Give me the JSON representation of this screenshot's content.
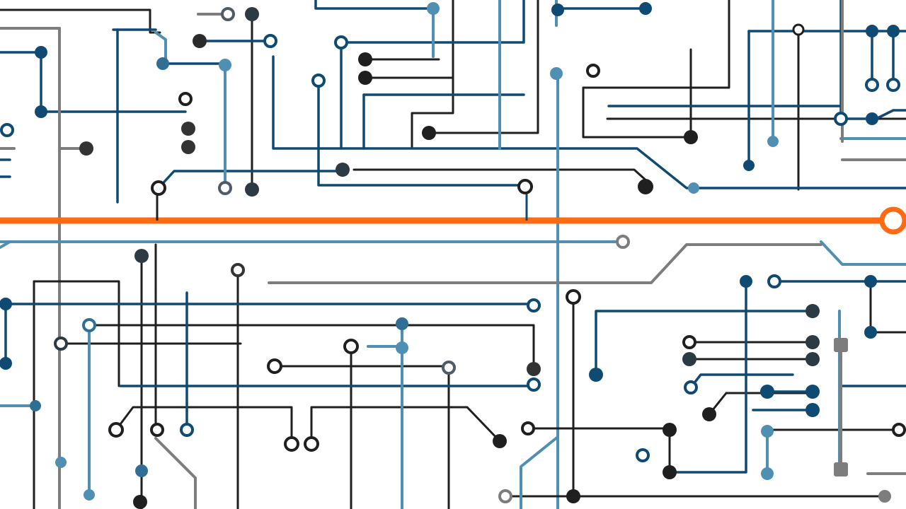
{
  "image": {
    "subject": "circuit-board-trace-pattern",
    "palette": {
      "background": "#ffffff",
      "trace_dark": "#1f1f1f",
      "trace_navy": "#0f4a73",
      "trace_steel": "#4f8fb4",
      "trace_gray": "#7d7d7d",
      "highlight_orange": "#ff6a13",
      "highlight_glow": "#ffd1b0"
    },
    "highlight": {
      "kind": "glowing-horizontal-trace",
      "terminal": "ring-node"
    }
  }
}
